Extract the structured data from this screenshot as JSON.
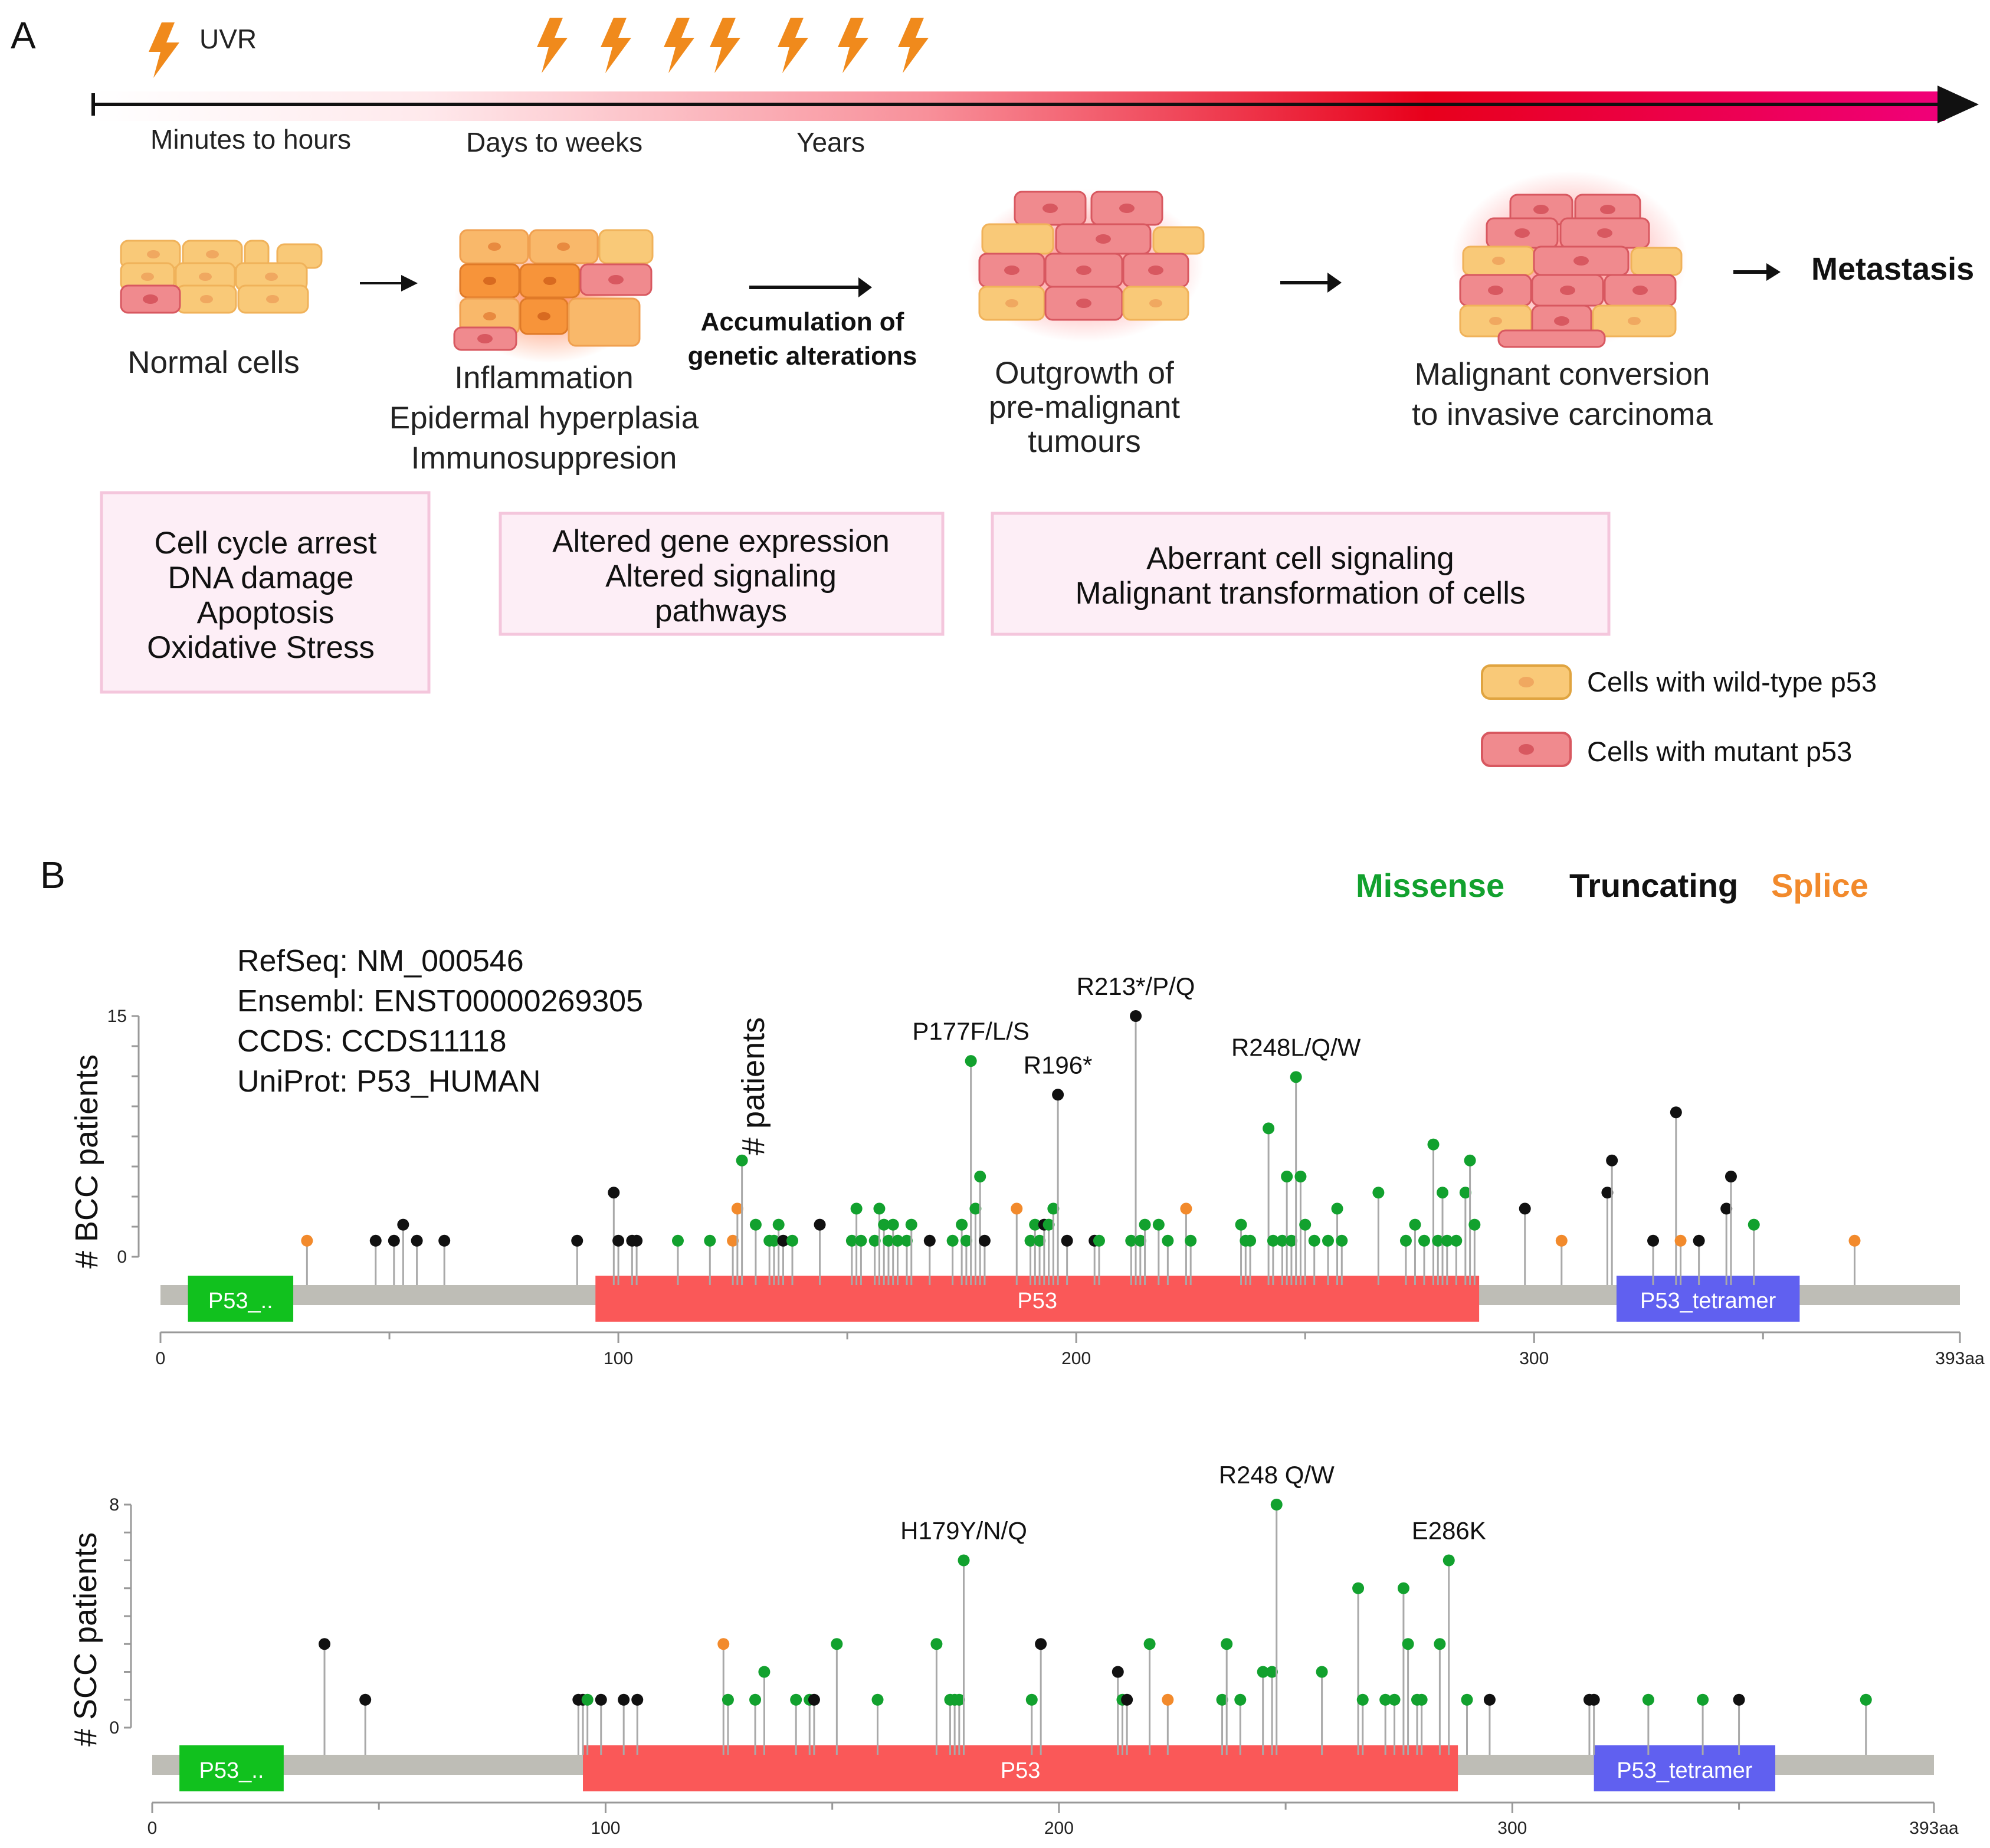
{
  "panel_a": {
    "letter": "A",
    "uvr_label": "UVR",
    "timeline": [
      "Minutes to hours",
      "Days to weeks",
      "Years"
    ],
    "stages": {
      "normal": [
        "Normal cells"
      ],
      "inflammation": [
        "Inflammation",
        "Epidermal hyperplasia",
        "Immunosuppresion"
      ],
      "accumulation": [
        "Accumulation of",
        "genetic alterations"
      ],
      "outgrowth": [
        "Outgrowth of",
        "pre-malignant",
        "tumours"
      ],
      "malignant": [
        "Malignant conversion",
        "to invasive carcinoma"
      ],
      "metastasis": "Metastasis"
    },
    "boxes": [
      [
        "Cell cycle arrest",
        "DNA damage",
        "Apoptosis",
        "Oxidative Stress"
      ],
      [
        "Altered gene expression",
        "Altered signaling",
        "pathways"
      ],
      [
        "Aberrant cell signaling",
        "Malignant transformation of cells"
      ]
    ],
    "legend": {
      "wild_type": "Cells with wild-type p53",
      "mutant": "Cells with mutant p53"
    },
    "colors": {
      "wild_type_fill": "#f9c978",
      "mutant_fill": "#f08a8e",
      "box_fill": "#fdeef6",
      "box_border": "#f4c6dc",
      "lightning": "#f08a1c",
      "gradient_mid": "#e8001b",
      "gradient_end": "#f0007a"
    }
  },
  "panel_b": {
    "letter": "B",
    "mutation_types": [
      {
        "name": "Missense",
        "color": "#12a12e"
      },
      {
        "name": "Truncating",
        "color": "#111111"
      },
      {
        "name": "Splice",
        "color": "#f28a2c"
      }
    ],
    "identifiers": [
      "RefSeq: NM_000546",
      "Ensembl: ENST00000269305",
      "CCDS: CCDS11118",
      "UniProt: P53_HUMAN"
    ],
    "overlay_label": "# patients",
    "domain_colors": {
      "P53_TAD": "#11c11e",
      "P53": "#fa5858",
      "P53_tetramer": "#6060f0",
      "backbone": "#bebdb6",
      "stem": "#a9a9a9"
    }
  },
  "chart_data": [
    {
      "type": "lollipop",
      "ylabel": "# BCC  patients",
      "ylim": [
        0,
        15
      ],
      "y_ticks": [
        "0",
        "15"
      ],
      "xlim": [
        0,
        393
      ],
      "x_ticks": [
        "0",
        "100",
        "200",
        "300",
        "393aa"
      ],
      "domains": [
        {
          "label": "P53_..",
          "start": 6,
          "end": 29,
          "color": "#11c11e"
        },
        {
          "label": "P53",
          "start": 95,
          "end": 288,
          "color": "#fa5858"
        },
        {
          "label": "P53_tetramer",
          "start": 318,
          "end": 358,
          "color": "#6060f0"
        }
      ],
      "annotations": [
        {
          "text": "P177F/L/S",
          "x": 177,
          "y": 12.2
        },
        {
          "text": "R196*",
          "x": 196,
          "y": 10.1
        },
        {
          "text": "R213*/P/Q",
          "x": 213,
          "y": 15
        },
        {
          "text": "R248L/Q/W",
          "x": 248,
          "y": 11.2
        }
      ],
      "points": [
        {
          "x": 32,
          "y": 1,
          "type": "splice"
        },
        {
          "x": 47,
          "y": 1,
          "type": "truncating"
        },
        {
          "x": 51,
          "y": 1,
          "type": "truncating"
        },
        {
          "x": 53,
          "y": 2,
          "type": "truncating"
        },
        {
          "x": 56,
          "y": 1,
          "type": "truncating"
        },
        {
          "x": 62,
          "y": 1,
          "type": "truncating"
        },
        {
          "x": 91,
          "y": 1,
          "type": "truncating"
        },
        {
          "x": 99,
          "y": 4,
          "type": "truncating"
        },
        {
          "x": 100,
          "y": 1,
          "type": "truncating"
        },
        {
          "x": 103,
          "y": 1,
          "type": "truncating"
        },
        {
          "x": 104,
          "y": 1,
          "type": "truncating"
        },
        {
          "x": 113,
          "y": 1,
          "type": "missense"
        },
        {
          "x": 120,
          "y": 1,
          "type": "missense"
        },
        {
          "x": 125,
          "y": 1,
          "type": "splice"
        },
        {
          "x": 126,
          "y": 3,
          "type": "splice"
        },
        {
          "x": 127,
          "y": 6,
          "type": "missense"
        },
        {
          "x": 130,
          "y": 2,
          "type": "missense"
        },
        {
          "x": 133,
          "y": 1,
          "type": "missense"
        },
        {
          "x": 134,
          "y": 1,
          "type": "missense"
        },
        {
          "x": 135,
          "y": 2,
          "type": "missense"
        },
        {
          "x": 136,
          "y": 1,
          "type": "truncating"
        },
        {
          "x": 138,
          "y": 1,
          "type": "missense"
        },
        {
          "x": 144,
          "y": 2,
          "type": "truncating"
        },
        {
          "x": 151,
          "y": 1,
          "type": "missense"
        },
        {
          "x": 152,
          "y": 3,
          "type": "missense"
        },
        {
          "x": 153,
          "y": 1,
          "type": "missense"
        },
        {
          "x": 156,
          "y": 1,
          "type": "missense"
        },
        {
          "x": 157,
          "y": 3,
          "type": "missense"
        },
        {
          "x": 158,
          "y": 2,
          "type": "missense"
        },
        {
          "x": 159,
          "y": 1,
          "type": "missense"
        },
        {
          "x": 160,
          "y": 2,
          "type": "missense"
        },
        {
          "x": 161,
          "y": 1,
          "type": "missense"
        },
        {
          "x": 163,
          "y": 1,
          "type": "missense"
        },
        {
          "x": 164,
          "y": 2,
          "type": "missense"
        },
        {
          "x": 168,
          "y": 1,
          "type": "truncating"
        },
        {
          "x": 173,
          "y": 1,
          "type": "missense"
        },
        {
          "x": 175,
          "y": 2,
          "type": "missense"
        },
        {
          "x": 176,
          "y": 1,
          "type": "missense"
        },
        {
          "x": 177,
          "y": 12.2,
          "type": "missense"
        },
        {
          "x": 178,
          "y": 3,
          "type": "missense"
        },
        {
          "x": 179,
          "y": 5,
          "type": "missense"
        },
        {
          "x": 180,
          "y": 1,
          "type": "truncating"
        },
        {
          "x": 187,
          "y": 3,
          "type": "splice"
        },
        {
          "x": 190,
          "y": 1,
          "type": "missense"
        },
        {
          "x": 191,
          "y": 2,
          "type": "missense"
        },
        {
          "x": 192,
          "y": 1,
          "type": "missense"
        },
        {
          "x": 193,
          "y": 2,
          "type": "truncating"
        },
        {
          "x": 194,
          "y": 2,
          "type": "missense"
        },
        {
          "x": 195,
          "y": 3,
          "type": "missense"
        },
        {
          "x": 196,
          "y": 10.1,
          "type": "truncating"
        },
        {
          "x": 198,
          "y": 1,
          "type": "truncating"
        },
        {
          "x": 204,
          "y": 1,
          "type": "truncating"
        },
        {
          "x": 205,
          "y": 1,
          "type": "missense"
        },
        {
          "x": 212,
          "y": 1,
          "type": "missense"
        },
        {
          "x": 213,
          "y": 15,
          "type": "truncating"
        },
        {
          "x": 214,
          "y": 1,
          "type": "missense"
        },
        {
          "x": 215,
          "y": 2,
          "type": "missense"
        },
        {
          "x": 218,
          "y": 2,
          "type": "missense"
        },
        {
          "x": 220,
          "y": 1,
          "type": "missense"
        },
        {
          "x": 224,
          "y": 3,
          "type": "splice"
        },
        {
          "x": 225,
          "y": 1,
          "type": "missense"
        },
        {
          "x": 236,
          "y": 2,
          "type": "missense"
        },
        {
          "x": 237,
          "y": 1,
          "type": "missense"
        },
        {
          "x": 238,
          "y": 1,
          "type": "missense"
        },
        {
          "x": 242,
          "y": 8,
          "type": "missense"
        },
        {
          "x": 243,
          "y": 1,
          "type": "missense"
        },
        {
          "x": 245,
          "y": 1,
          "type": "missense"
        },
        {
          "x": 246,
          "y": 5,
          "type": "missense"
        },
        {
          "x": 247,
          "y": 1,
          "type": "missense"
        },
        {
          "x": 248,
          "y": 11.2,
          "type": "missense"
        },
        {
          "x": 249,
          "y": 5,
          "type": "missense"
        },
        {
          "x": 250,
          "y": 2,
          "type": "missense"
        },
        {
          "x": 252,
          "y": 1,
          "type": "missense"
        },
        {
          "x": 255,
          "y": 1,
          "type": "missense"
        },
        {
          "x": 257,
          "y": 3,
          "type": "missense"
        },
        {
          "x": 258,
          "y": 1,
          "type": "missense"
        },
        {
          "x": 266,
          "y": 4,
          "type": "missense"
        },
        {
          "x": 272,
          "y": 1,
          "type": "missense"
        },
        {
          "x": 274,
          "y": 2,
          "type": "missense"
        },
        {
          "x": 276,
          "y": 1,
          "type": "missense"
        },
        {
          "x": 278,
          "y": 7,
          "type": "missense"
        },
        {
          "x": 279,
          "y": 1,
          "type": "missense"
        },
        {
          "x": 280,
          "y": 4,
          "type": "missense"
        },
        {
          "x": 281,
          "y": 1,
          "type": "missense"
        },
        {
          "x": 283,
          "y": 1,
          "type": "missense"
        },
        {
          "x": 285,
          "y": 4,
          "type": "missense"
        },
        {
          "x": 286,
          "y": 6,
          "type": "missense"
        },
        {
          "x": 287,
          "y": 2,
          "type": "missense"
        },
        {
          "x": 298,
          "y": 3,
          "type": "truncating"
        },
        {
          "x": 306,
          "y": 1,
          "type": "splice"
        },
        {
          "x": 316,
          "y": 4,
          "type": "truncating"
        },
        {
          "x": 317,
          "y": 6,
          "type": "truncating"
        },
        {
          "x": 326,
          "y": 1,
          "type": "truncating"
        },
        {
          "x": 331,
          "y": 9,
          "type": "truncating"
        },
        {
          "x": 332,
          "y": 1,
          "type": "splice"
        },
        {
          "x": 336,
          "y": 1,
          "type": "truncating"
        },
        {
          "x": 342,
          "y": 3,
          "type": "truncating"
        },
        {
          "x": 343,
          "y": 5,
          "type": "truncating"
        },
        {
          "x": 348,
          "y": 2,
          "type": "missense"
        },
        {
          "x": 370,
          "y": 1,
          "type": "splice"
        }
      ]
    },
    {
      "type": "lollipop",
      "ylabel": "# SCC patients",
      "ylim": [
        0,
        8
      ],
      "y_ticks": [
        "0",
        "8"
      ],
      "xlim": [
        0,
        393
      ],
      "x_ticks": [
        "0",
        "100",
        "200",
        "300",
        "393aa"
      ],
      "domains": [
        {
          "label": "P53_..",
          "start": 6,
          "end": 29,
          "color": "#11c11e"
        },
        {
          "label": "P53",
          "start": 95,
          "end": 288,
          "color": "#fa5858"
        },
        {
          "label": "P53_tetramer",
          "start": 318,
          "end": 358,
          "color": "#6060f0"
        }
      ],
      "annotations": [
        {
          "text": "H179Y/N/Q",
          "x": 179,
          "y": 6
        },
        {
          "text": "R248 Q/W",
          "x": 248,
          "y": 8
        },
        {
          "text": "E286K",
          "x": 286,
          "y": 6
        }
      ],
      "points": [
        {
          "x": 38,
          "y": 3,
          "type": "truncating"
        },
        {
          "x": 47,
          "y": 1,
          "type": "truncating"
        },
        {
          "x": 94,
          "y": 1,
          "type": "truncating"
        },
        {
          "x": 95,
          "y": 1,
          "type": "truncating"
        },
        {
          "x": 96,
          "y": 1,
          "type": "missense"
        },
        {
          "x": 99,
          "y": 1,
          "type": "truncating"
        },
        {
          "x": 104,
          "y": 1,
          "type": "truncating"
        },
        {
          "x": 107,
          "y": 1,
          "type": "truncating"
        },
        {
          "x": 126,
          "y": 3,
          "type": "splice"
        },
        {
          "x": 127,
          "y": 1,
          "type": "missense"
        },
        {
          "x": 133,
          "y": 1,
          "type": "missense"
        },
        {
          "x": 135,
          "y": 2,
          "type": "missense"
        },
        {
          "x": 142,
          "y": 1,
          "type": "missense"
        },
        {
          "x": 145,
          "y": 1,
          "type": "missense"
        },
        {
          "x": 146,
          "y": 1,
          "type": "truncating"
        },
        {
          "x": 151,
          "y": 3,
          "type": "missense"
        },
        {
          "x": 160,
          "y": 1,
          "type": "missense"
        },
        {
          "x": 173,
          "y": 3,
          "type": "missense"
        },
        {
          "x": 176,
          "y": 1,
          "type": "missense"
        },
        {
          "x": 177,
          "y": 1,
          "type": "missense"
        },
        {
          "x": 178,
          "y": 1,
          "type": "missense"
        },
        {
          "x": 179,
          "y": 6,
          "type": "missense"
        },
        {
          "x": 194,
          "y": 1,
          "type": "missense"
        },
        {
          "x": 196,
          "y": 3,
          "type": "truncating"
        },
        {
          "x": 213,
          "y": 2,
          "type": "truncating"
        },
        {
          "x": 214,
          "y": 1,
          "type": "missense"
        },
        {
          "x": 215,
          "y": 1,
          "type": "truncating"
        },
        {
          "x": 220,
          "y": 3,
          "type": "missense"
        },
        {
          "x": 224,
          "y": 1,
          "type": "splice"
        },
        {
          "x": 236,
          "y": 1,
          "type": "missense"
        },
        {
          "x": 237,
          "y": 3,
          "type": "missense"
        },
        {
          "x": 240,
          "y": 1,
          "type": "missense"
        },
        {
          "x": 245,
          "y": 2,
          "type": "missense"
        },
        {
          "x": 247,
          "y": 2,
          "type": "missense"
        },
        {
          "x": 248,
          "y": 8,
          "type": "missense"
        },
        {
          "x": 258,
          "y": 2,
          "type": "missense"
        },
        {
          "x": 266,
          "y": 5,
          "type": "missense"
        },
        {
          "x": 267,
          "y": 1,
          "type": "missense"
        },
        {
          "x": 272,
          "y": 1,
          "type": "missense"
        },
        {
          "x": 274,
          "y": 1,
          "type": "missense"
        },
        {
          "x": 276,
          "y": 5,
          "type": "missense"
        },
        {
          "x": 277,
          "y": 3,
          "type": "missense"
        },
        {
          "x": 279,
          "y": 1,
          "type": "missense"
        },
        {
          "x": 280,
          "y": 1,
          "type": "missense"
        },
        {
          "x": 284,
          "y": 3,
          "type": "missense"
        },
        {
          "x": 286,
          "y": 6,
          "type": "missense"
        },
        {
          "x": 290,
          "y": 1,
          "type": "missense"
        },
        {
          "x": 295,
          "y": 1,
          "type": "truncating"
        },
        {
          "x": 317,
          "y": 1,
          "type": "truncating"
        },
        {
          "x": 318,
          "y": 1,
          "type": "truncating"
        },
        {
          "x": 330,
          "y": 1,
          "type": "missense"
        },
        {
          "x": 342,
          "y": 1,
          "type": "missense"
        },
        {
          "x": 350,
          "y": 1,
          "type": "truncating"
        },
        {
          "x": 378,
          "y": 1,
          "type": "missense"
        }
      ]
    }
  ]
}
